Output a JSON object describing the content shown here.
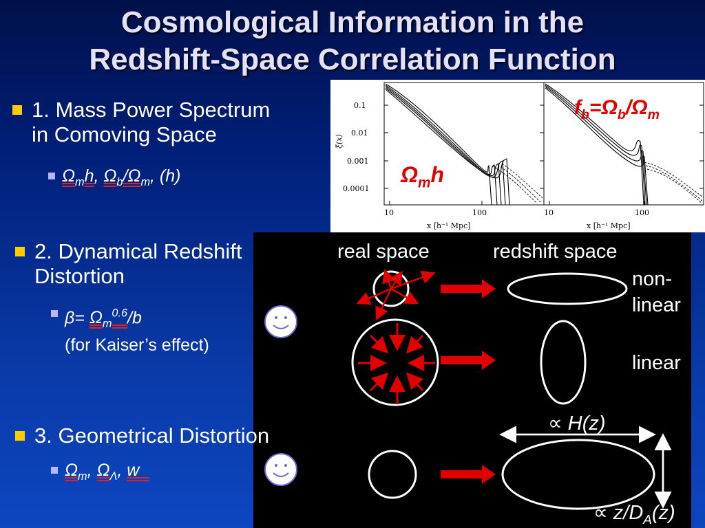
{
  "title": {
    "line1": "Cosmological Information in the",
    "line2": "Redshift-Space Correlation Function"
  },
  "bullets": [
    {
      "text_line1": "1. Mass Power Spectrum",
      "text_line2": "in Comoving Space",
      "sub": "Ωmh, Ωb/Ωm, (h)"
    },
    {
      "text_line1": "2. Dynamical Redshift",
      "text_line2": "Distortion",
      "sub": "β= Ωm0.6/b",
      "sub_line2": "(for Kaiser’s effect)"
    },
    {
      "text_line1": "3. Geometrical Distortion",
      "sub": "Ωm, ΩΛ, w"
    }
  ],
  "plot": {
    "ylabel": "ξ(x)",
    "y_ticks": [
      "0.1",
      "0.01",
      "0.001",
      "0.0001"
    ],
    "x_ticks_left": [
      "10",
      "100"
    ],
    "x_ticks_right": [
      "10",
      "100"
    ],
    "xlabel": "x [h⁻¹ Mpc]",
    "annotation_left": "Ωmh",
    "annotation_right": "fb=Ωb/Ωm"
  },
  "diagram": {
    "real_space": "real space",
    "redshift_space": "redshift space",
    "nonlinear_line1": "non-",
    "nonlinear_line2": "linear",
    "linear": "linear",
    "hz": "∝ H(z)",
    "zda": "∝ z/DA(z)"
  },
  "colors": {
    "title": "#e2e2ff",
    "bullet_square": "#ffcc00",
    "sub_square": "#b6b6ff",
    "accent_red": "#e00000"
  }
}
